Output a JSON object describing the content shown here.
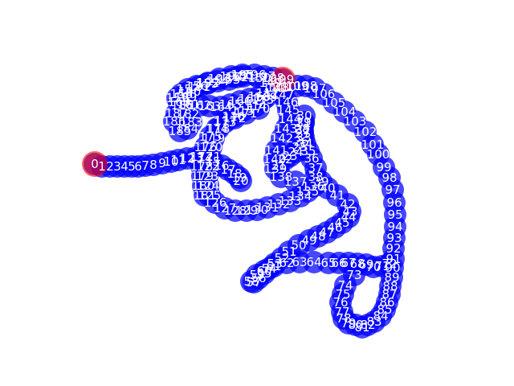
{
  "colors": {
    "background": "#ffffff",
    "node": "#0000ff",
    "endpoint": "#ff0000",
    "label": "#ffffff"
  },
  "chart_data": {
    "type": "scatter",
    "title": "",
    "xlabel": "",
    "ylabel": "",
    "axes_visible": false,
    "grid": false,
    "legend": "none",
    "xlim": [
      0,
      640
    ],
    "ylim": [
      480,
      0
    ],
    "endpoints": [
      0,
      199
    ],
    "points": [
      [
        118,
        204
      ],
      [
        127,
        207
      ],
      [
        137,
        207
      ],
      [
        146,
        207
      ],
      [
        155,
        207
      ],
      [
        164,
        207
      ],
      [
        172,
        207
      ],
      [
        181,
        206
      ],
      [
        191,
        205
      ],
      [
        202,
        203
      ],
      [
        213,
        201
      ],
      [
        222,
        199
      ],
      [
        233,
        197
      ],
      [
        244,
        196
      ],
      [
        255,
        197
      ],
      [
        265,
        201
      ],
      [
        276,
        206
      ],
      [
        284,
        211
      ],
      [
        292,
        216
      ],
      [
        298,
        221
      ],
      [
        300,
        225
      ],
      [
        347,
        206
      ],
      [
        355,
        198
      ],
      [
        361,
        194
      ],
      [
        368,
        189
      ],
      [
        373,
        183
      ],
      [
        375,
        176
      ],
      [
        377,
        166
      ],
      [
        376,
        160
      ],
      [
        378,
        152
      ],
      [
        379,
        144
      ],
      [
        378,
        153
      ],
      [
        377,
        162
      ],
      [
        378,
        171
      ],
      [
        380,
        179
      ],
      [
        384,
        188
      ],
      [
        388,
        197
      ],
      [
        393,
        209
      ],
      [
        393,
        220
      ],
      [
        400,
        226
      ],
      [
        408,
        234
      ],
      [
        420,
        243
      ],
      [
        433,
        254
      ],
      [
        436,
        263
      ],
      [
        434,
        270
      ],
      [
        426,
        277
      ],
      [
        417,
        283
      ],
      [
        407,
        289
      ],
      [
        396,
        294
      ],
      [
        385,
        299
      ],
      [
        372,
        305
      ],
      [
        360,
        313
      ],
      [
        351,
        321
      ],
      [
        342,
        328
      ],
      [
        335,
        334
      ],
      [
        329,
        340
      ],
      [
        322,
        346
      ],
      [
        316,
        351
      ],
      [
        313,
        350
      ],
      [
        320,
        342
      ],
      [
        329,
        337
      ],
      [
        341,
        331
      ],
      [
        357,
        327
      ],
      [
        373,
        326
      ],
      [
        391,
        326
      ],
      [
        409,
        327
      ],
      [
        422,
        327
      ],
      [
        434,
        327
      ],
      [
        445,
        328
      ],
      [
        456,
        329
      ],
      [
        465,
        332
      ],
      [
        476,
        331
      ],
      [
        485,
        328
      ],
      [
        441,
        342
      ],
      [
        430,
        355
      ],
      [
        427,
        366
      ],
      [
        424,
        376
      ],
      [
        426,
        388
      ],
      [
        428,
        396
      ],
      [
        434,
        402
      ],
      [
        443,
        404
      ],
      [
        451,
        407
      ],
      [
        458,
        404
      ],
      [
        466,
        400
      ],
      [
        474,
        393
      ],
      [
        479,
        385
      ],
      [
        482,
        376
      ],
      [
        485,
        366
      ],
      [
        486,
        356
      ],
      [
        488,
        345
      ],
      [
        489,
        333
      ],
      [
        490,
        322
      ],
      [
        490,
        309
      ],
      [
        491,
        296
      ],
      [
        492,
        282
      ],
      [
        492,
        267
      ],
      [
        491,
        252
      ],
      [
        489,
        236
      ],
      [
        485,
        221
      ],
      [
        478,
        208
      ],
      [
        471,
        192
      ],
      [
        464,
        180
      ],
      [
        455,
        164
      ],
      [
        442,
        151
      ],
      [
        429,
        139
      ],
      [
        416,
        128
      ],
      [
        403,
        117
      ],
      [
        392,
        110
      ],
      [
        381,
        107
      ],
      [
        370,
        107
      ],
      [
        355,
        108
      ],
      [
        341,
        109
      ],
      [
        333,
        116
      ],
      [
        327,
        124
      ],
      [
        318,
        132
      ],
      [
        302,
        138
      ],
      [
        291,
        145
      ],
      [
        281,
        150
      ],
      [
        272,
        160
      ],
      [
        266,
        172
      ],
      [
        263,
        183
      ],
      [
        261,
        195
      ],
      [
        259,
        207
      ],
      [
        258,
        219
      ],
      [
        259,
        231
      ],
      [
        261,
        243
      ],
      [
        268,
        252
      ],
      [
        280,
        259
      ],
      [
        293,
        262
      ],
      [
        307,
        262
      ],
      [
        320,
        261
      ],
      [
        333,
        258
      ],
      [
        347,
        254
      ],
      [
        361,
        250
      ],
      [
        374,
        244
      ],
      [
        383,
        238
      ],
      [
        390,
        232
      ],
      [
        368,
        226
      ],
      [
        350,
        220
      ],
      [
        343,
        210
      ],
      [
        342,
        198
      ],
      [
        344,
        187
      ],
      [
        351,
        172
      ],
      [
        356,
        160
      ],
      [
        361,
        148
      ],
      [
        359,
        137
      ],
      [
        357,
        127
      ],
      [
        352,
        118
      ],
      [
        346,
        109
      ],
      [
        337,
        103
      ],
      [
        323,
        97
      ],
      [
        303,
        95
      ],
      [
        295,
        96
      ],
      [
        285,
        99
      ],
      [
        271,
        101
      ],
      [
        258,
        104
      ],
      [
        245,
        107
      ],
      [
        234,
        111
      ],
      [
        226,
        117
      ],
      [
        221,
        122
      ],
      [
        223,
        127
      ],
      [
        235,
        130
      ],
      [
        249,
        131
      ],
      [
        261,
        132
      ],
      [
        275,
        133
      ],
      [
        287,
        130
      ],
      [
        299,
        126
      ],
      [
        311,
        123
      ],
      [
        323,
        120
      ],
      [
        331,
        121
      ],
      [
        322,
        135
      ],
      [
        306,
        141
      ],
      [
        292,
        147
      ],
      [
        280,
        152
      ],
      [
        270,
        160
      ],
      [
        262,
        170
      ],
      [
        256,
        183
      ],
      [
        251,
        195
      ],
      [
        251,
        207
      ],
      [
        252,
        219
      ],
      [
        253,
        231
      ],
      [
        255,
        243
      ],
      [
        234,
        142
      ],
      [
        238,
        152
      ],
      [
        233,
        160
      ],
      [
        224,
        163
      ],
      [
        217,
        151
      ],
      [
        220,
        141
      ],
      [
        227,
        131
      ],
      [
        231,
        121
      ],
      [
        236,
        114
      ],
      [
        248,
        108
      ],
      [
        259,
        103
      ],
      [
        273,
        98
      ],
      [
        288,
        95
      ],
      [
        302,
        93
      ],
      [
        317,
        93
      ],
      [
        329,
        95
      ],
      [
        340,
        97
      ],
      [
        352,
        99
      ]
    ]
  }
}
